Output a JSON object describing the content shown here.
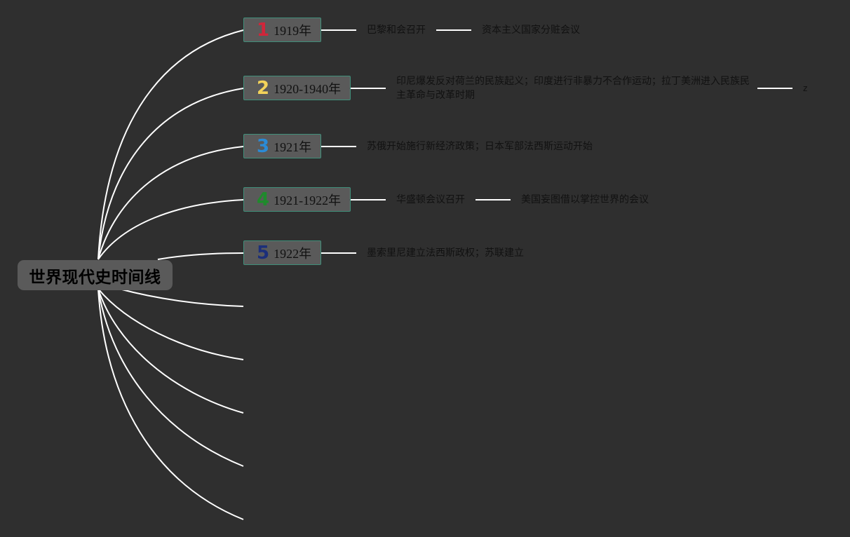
{
  "root": {
    "title": "世界现代史时间线"
  },
  "colors": {
    "background": "#2f2f2f",
    "node_fill": "#5a5a5a",
    "node_border": "#3f8f7a",
    "line": "#ffffff",
    "text": "#111111"
  },
  "branches": [
    {
      "marker": "1",
      "marker_color": "#d0263a",
      "year": "1919年",
      "events": [
        "巴黎和会召开",
        "资本主义国家分赃会议"
      ]
    },
    {
      "marker": "2",
      "marker_color": "#f3d35a",
      "year": "1920-1940年",
      "events": [
        "印尼爆发反对荷兰的民族起义；印度进行非暴力不合作运动；拉丁美洲进入民族民主革命与改革时期",
        "z"
      ]
    },
    {
      "marker": "3",
      "marker_color": "#2b8bd6",
      "year": "1921年",
      "events": [
        "苏俄开始施行新经济政策；日本军部法西斯运动开始"
      ]
    },
    {
      "marker": "4",
      "marker_color": "#1f8a2c",
      "year": "1921-1922年",
      "events": [
        "华盛顿会议召开",
        "美国妄图借以掌控世界的会议"
      ]
    },
    {
      "marker": "5",
      "marker_color": "#1c2f7a",
      "year": "1922年",
      "events": [
        "墨索里尼建立法西斯政权；苏联建立"
      ]
    }
  ]
}
